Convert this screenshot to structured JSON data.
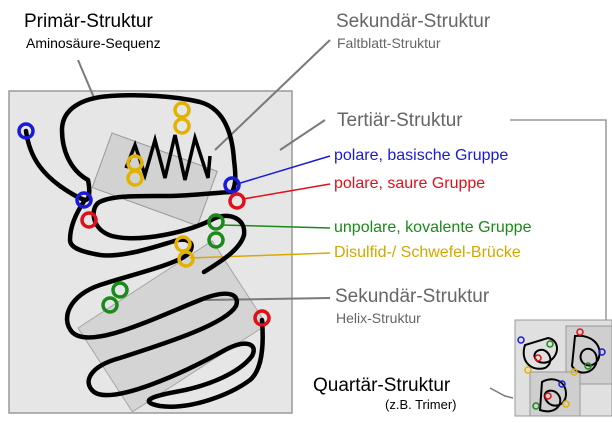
{
  "primary": {
    "title": "Primär-Struktur",
    "subtitle": "Aminosäure-Sequenz"
  },
  "secondary_sheet": {
    "title": "Sekundär-Struktur",
    "subtitle": "Faltblatt-Struktur"
  },
  "tertiary": {
    "title": "Tertiär-Struktur"
  },
  "legend": {
    "polar_basic": {
      "label": "polare, basische Gruppe",
      "color": "#1a1ad6"
    },
    "polar_acidic": {
      "label": "polare, saure Gruppe",
      "color": "#e0101a"
    },
    "nonpolar": {
      "label": "unpolare, kovalente Gruppe",
      "color": "#1a8a1a"
    },
    "disulfide": {
      "label": "Disulfid-/ Schwefel-Brücke",
      "color": "#e3b200"
    }
  },
  "secondary_helix": {
    "title": "Sekundär-Struktur",
    "subtitle": "Helix-Struktur"
  },
  "quaternary": {
    "title": "Quartär-Struktur",
    "subtitle": "(z.B. Trimer)"
  },
  "colors": {
    "panel": "#e6e6e6",
    "panel_border": "#9a9a9a",
    "chain": "#000000",
    "pointer": "#7a7a7a",
    "label_gray": "#666666"
  }
}
